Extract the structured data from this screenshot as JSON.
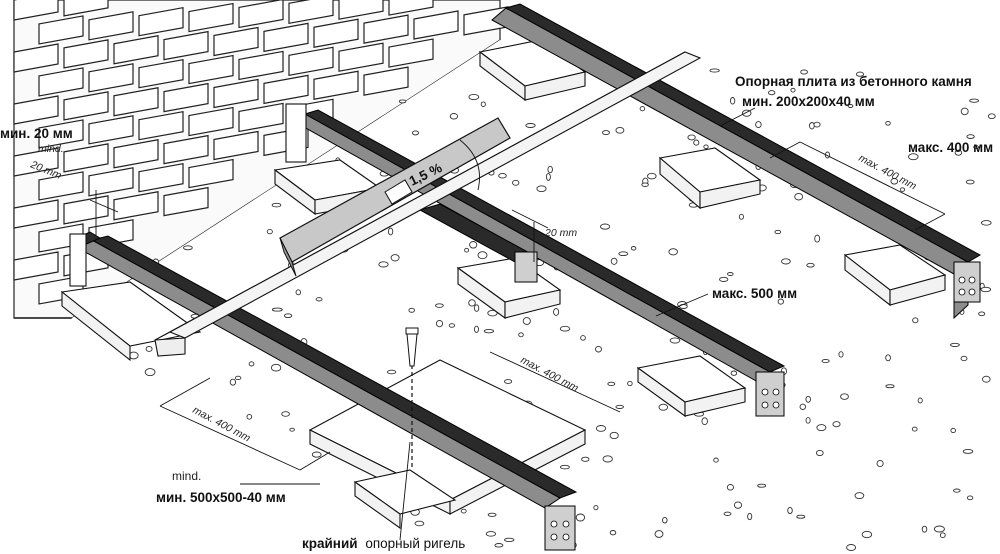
{
  "labels": {
    "support_plate_stone": "Опорная плита из бетонного камня",
    "support_plate_size": "мин. 200x200x40 мм",
    "max_400_right": "макс. 400 мм",
    "max_500": "макс. 500 мм",
    "min_20_wall": "мин. 20 мм",
    "min_plate_mind": "mind.",
    "min_plate_size": "мин. 500x500-40 мм",
    "edge_girder_bold": "крайний",
    "edge_girder_rest": "опорный ригель",
    "level_slope": "1,5 %"
  },
  "dimensions": {
    "wall_mind": "mind.",
    "wall_20mm": "20 mm",
    "gap_20mm": "20 mm",
    "max_400_a": "max. 400 mm",
    "max_400_b": "max. 400 mm",
    "max_400_c": "max. 400 mm"
  }
}
